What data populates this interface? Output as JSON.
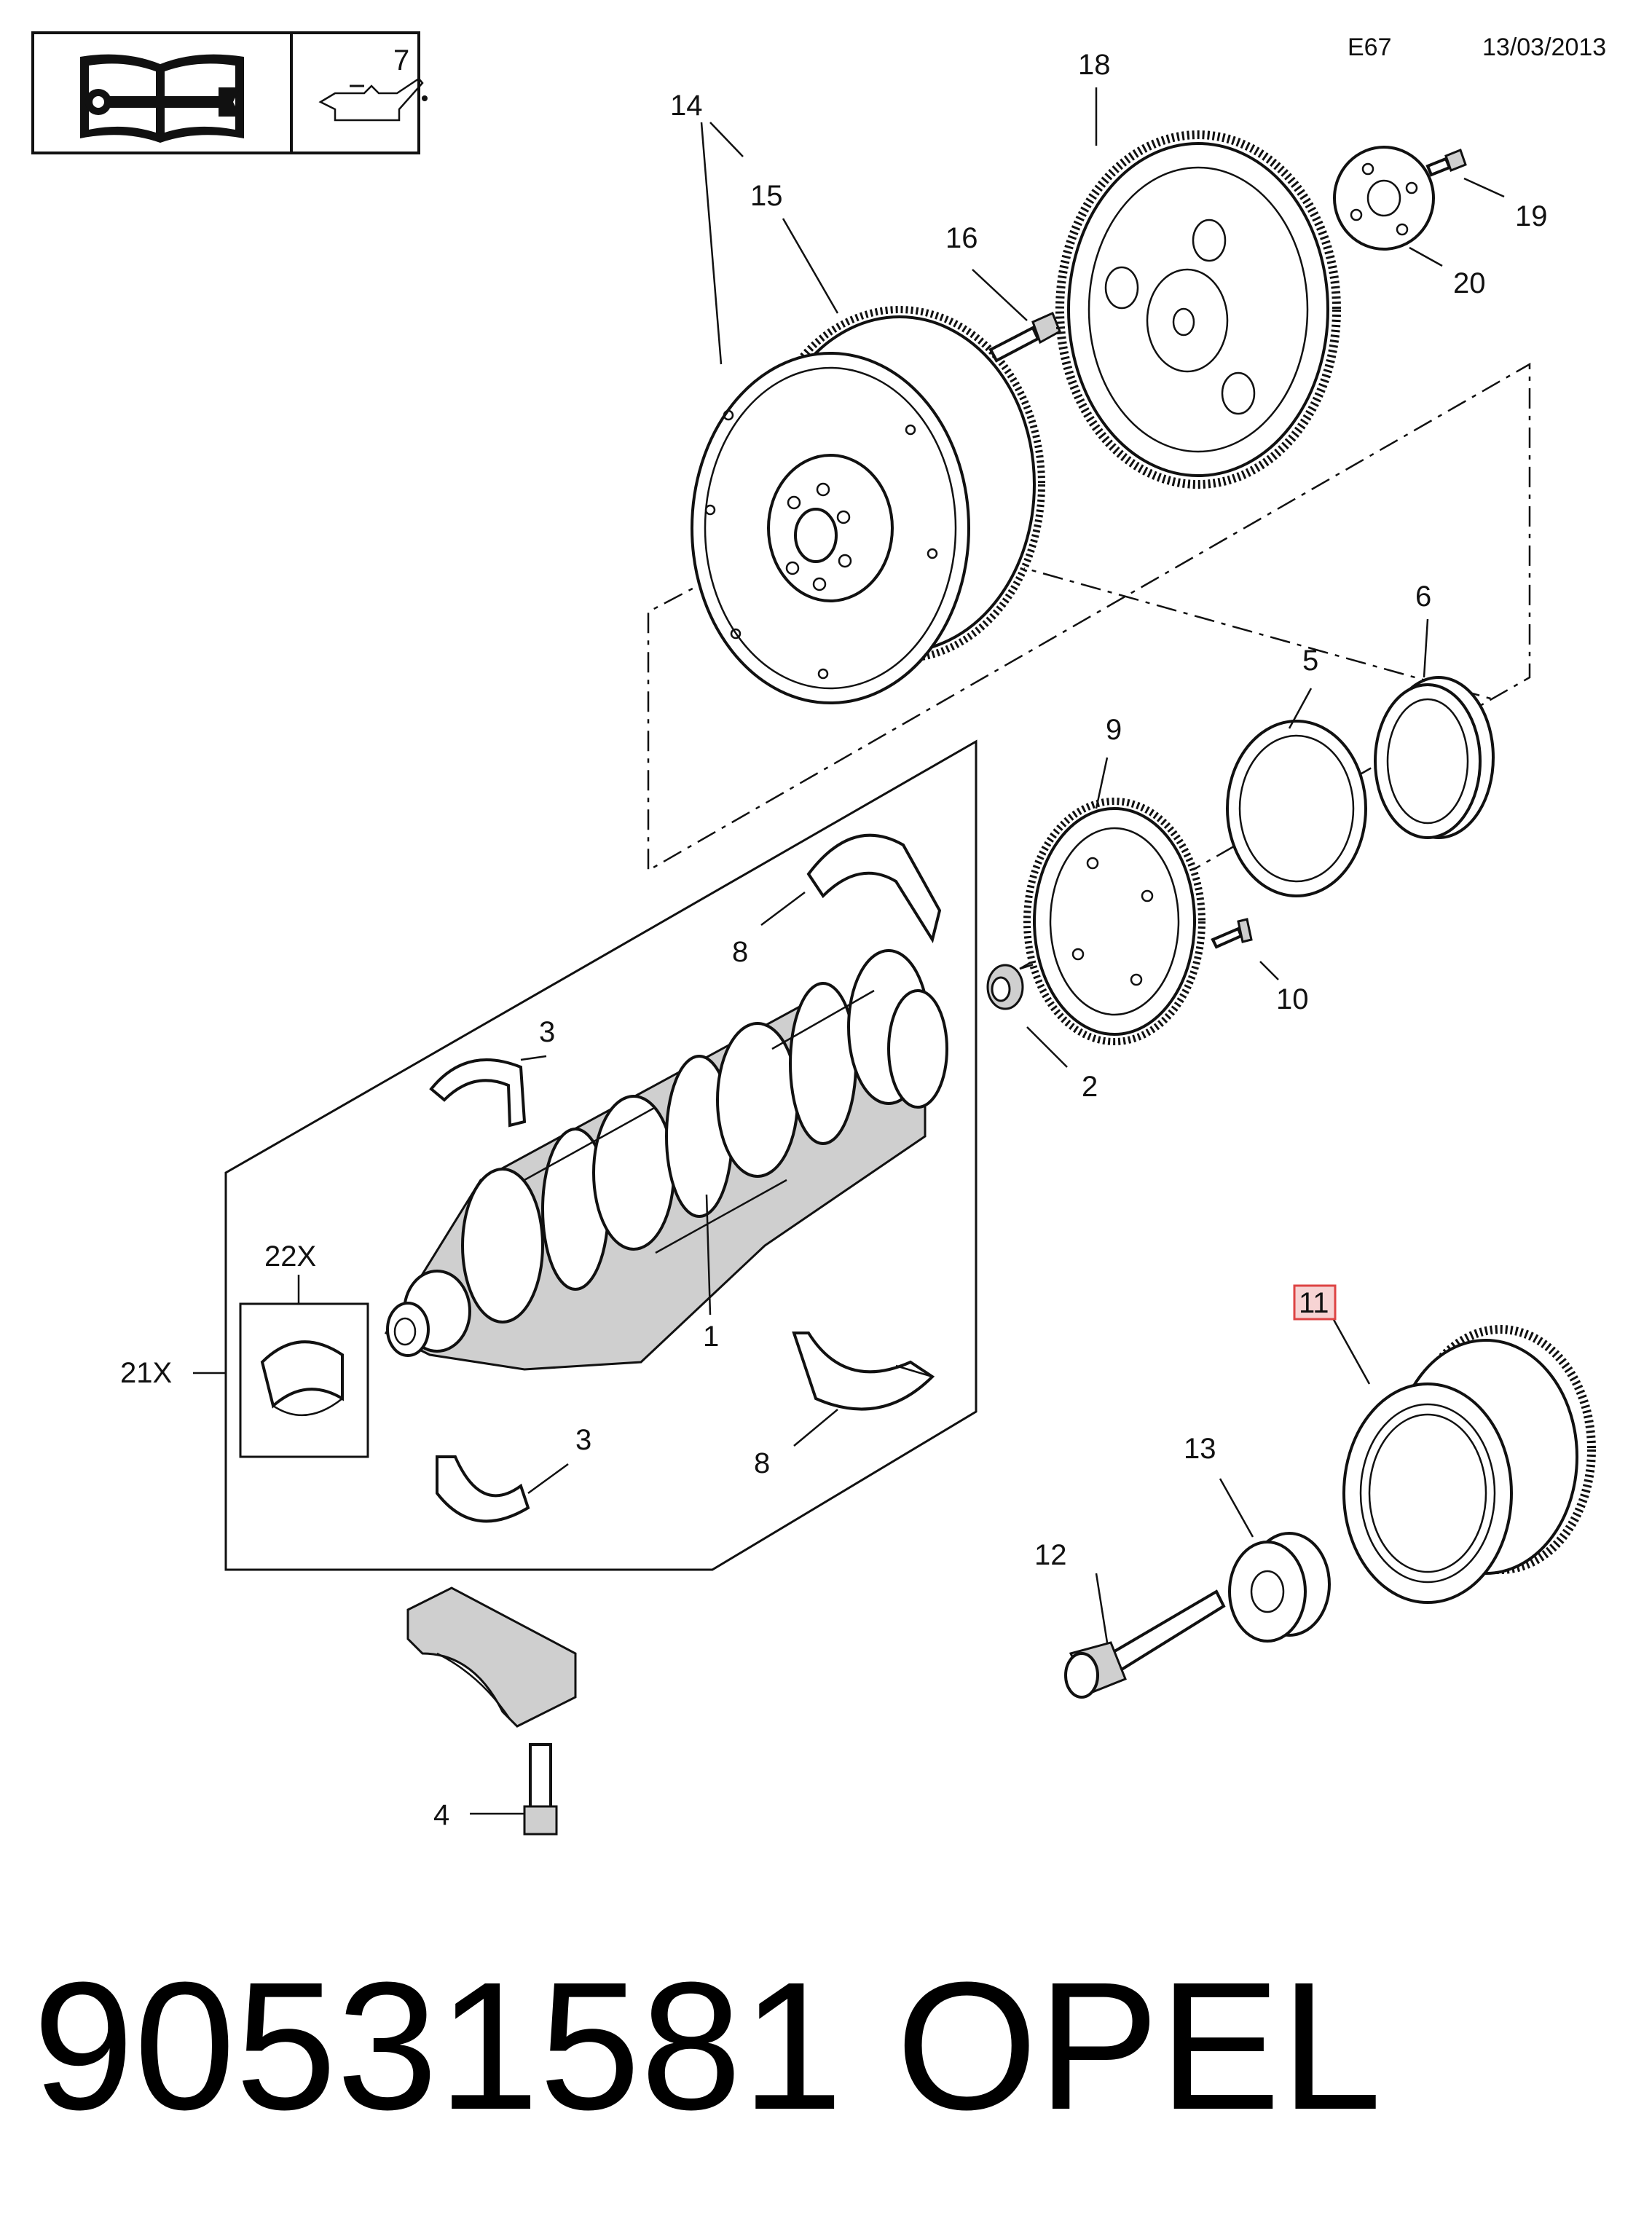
{
  "header": {
    "code": "E67",
    "date": "13/03/2013",
    "oil_ref": "7"
  },
  "callouts": {
    "c1": "1",
    "c2": "2",
    "c3a": "3",
    "c3b": "3",
    "c4": "4",
    "c5": "5",
    "c6": "6",
    "c8a": "8",
    "c8b": "8",
    "c9": "9",
    "c10": "10",
    "c11": "11",
    "c12": "12",
    "c13": "13",
    "c14": "14",
    "c15": "15",
    "c16": "16",
    "c18": "18",
    "c19": "19",
    "c20": "20",
    "c21x": "21X",
    "c22x": "22X"
  },
  "highlighted_callout": "11",
  "highlight_color": "#d44444",
  "footer": {
    "part_number": "90531581",
    "brand": "OPEL"
  },
  "icons": [
    "manual-book-wrench-icon",
    "oil-can-icon"
  ]
}
